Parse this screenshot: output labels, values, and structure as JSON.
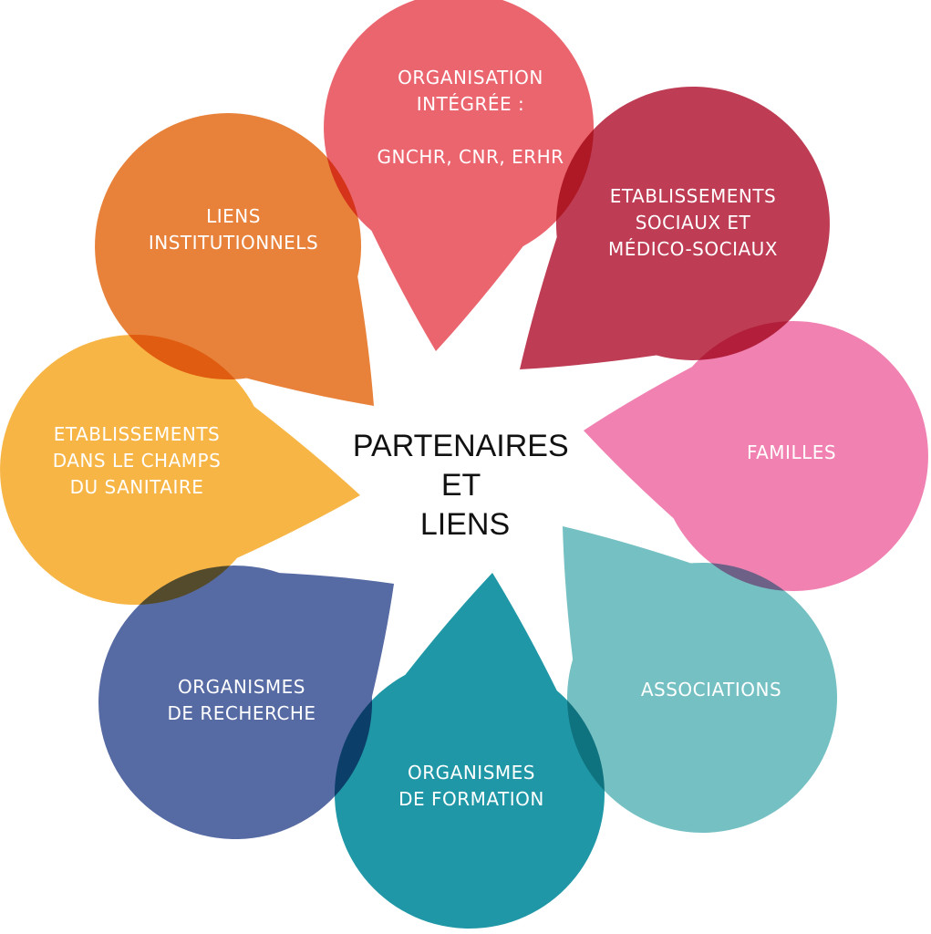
{
  "center": {
    "lines": [
      "PARTENAIRES",
      "ET",
      "LIENS"
    ]
  },
  "petals": [
    {
      "id": "organisation-integree",
      "color": "#e9505b",
      "lines": [
        "ORGANISATION",
        "INTÉGRÉE :",
        "",
        "GNCHR, CNR, ERHR"
      ]
    },
    {
      "id": "etablissements-sociaux",
      "color": "#b5223d",
      "lines": [
        "ETABLISSEMENTS",
        "SOCIAUX ET",
        "MÉDICO-SOCIAUX"
      ]
    },
    {
      "id": "familles",
      "color": "#ee6fa6",
      "lines": [
        "FAMILLES"
      ]
    },
    {
      "id": "associations",
      "color": "#62b8bb",
      "lines": [
        "ASSOCIATIONS"
      ]
    },
    {
      "id": "organismes-formation",
      "color": "#00899a",
      "lines": [
        "ORGANISMES",
        "DE FORMATION"
      ]
    },
    {
      "id": "organismes-recherche",
      "color": "#3e5596",
      "lines": [
        "ORGANISMES",
        "DE RECHERCHE"
      ]
    },
    {
      "id": "etablissements-sanitaire",
      "color": "#f6ab2b",
      "lines": [
        "ETABLISSEMENTS",
        "DANS LE CHAMPS",
        "DU SANITAIRE"
      ]
    },
    {
      "id": "liens-institutionnels",
      "color": "#e5711f",
      "lines": [
        "LIENS",
        "INSTITUTIONNELS"
      ]
    }
  ]
}
